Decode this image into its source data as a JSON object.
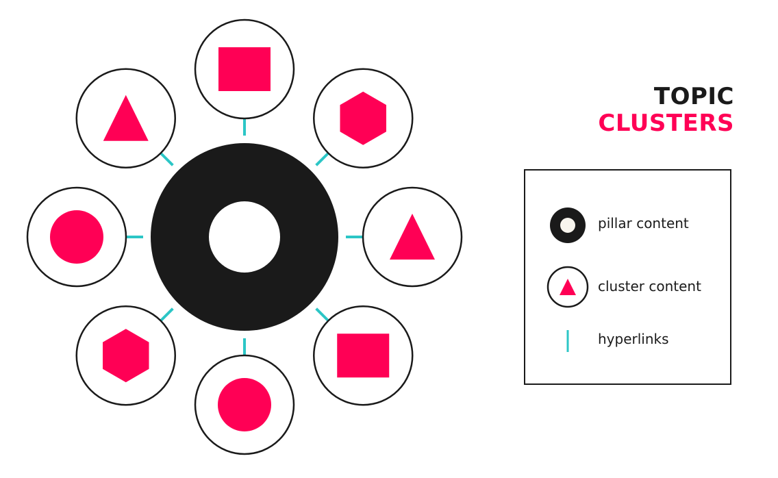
{
  "title": {
    "line1": "TOPIC",
    "line2": "CLUSTERS"
  },
  "legend": {
    "pillar": "pillar content",
    "cluster": "cluster content",
    "hyperlinks": "hyperlinks"
  },
  "colors": {
    "accent": "#ff0055",
    "dark": "#1a1a1a",
    "link": "#2cc6c6"
  },
  "clusters": [
    {
      "position": "top",
      "shape": "square"
    },
    {
      "position": "top-right",
      "shape": "hexagon"
    },
    {
      "position": "right",
      "shape": "triangle"
    },
    {
      "position": "bottom-right",
      "shape": "square"
    },
    {
      "position": "bottom",
      "shape": "circle"
    },
    {
      "position": "bottom-left",
      "shape": "hexagon"
    },
    {
      "position": "left",
      "shape": "circle"
    },
    {
      "position": "top-left",
      "shape": "triangle"
    }
  ]
}
